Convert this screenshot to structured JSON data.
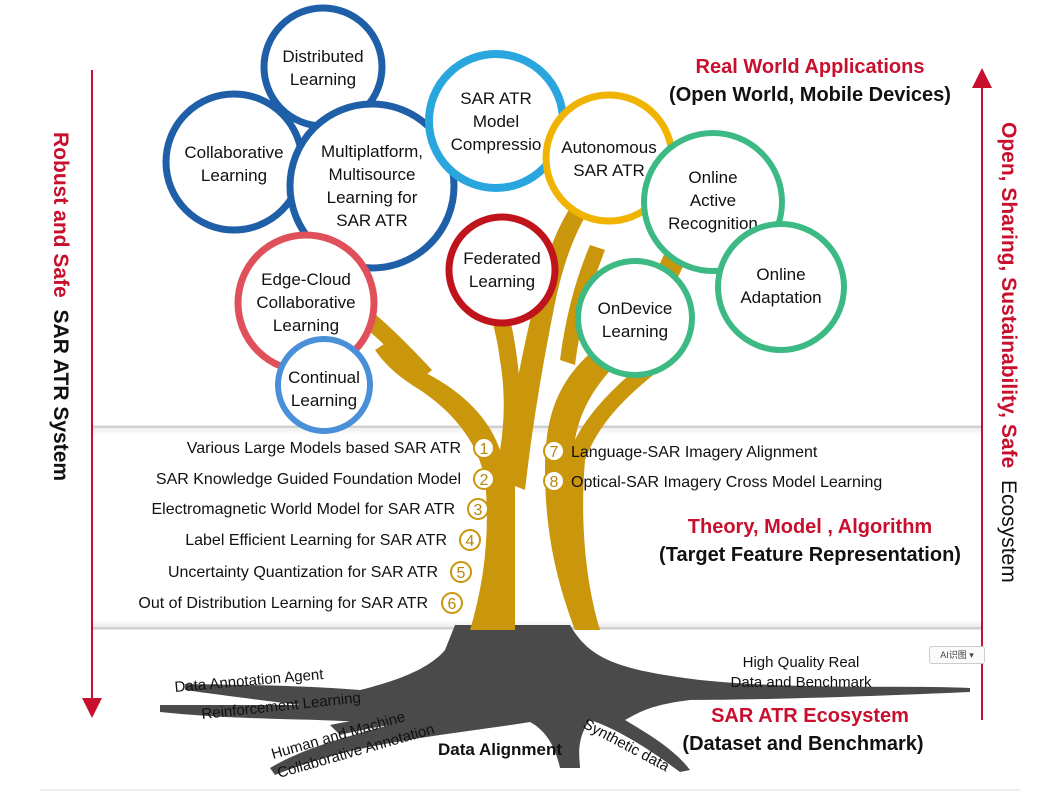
{
  "left_title": {
    "red": "Robust and Safe",
    "black": "SAR ATR  System"
  },
  "right_title": {
    "red": "Open, Sharing, Sustainability, Safe",
    "black": "Ecosystem"
  },
  "applications": {
    "title": "Real World Applications",
    "subtitle": "(Open World, Mobile Devices)"
  },
  "theory": {
    "title": "Theory, Model , Algorithm",
    "subtitle": "(Target Feature Representation)"
  },
  "ecosystem": {
    "title": "SAR ATR Ecosystem",
    "subtitle": "(Dataset and Benchmark)"
  },
  "bubbles": {
    "distributed": [
      "Distributed",
      "Learning"
    ],
    "collaborative": [
      "Collaborative",
      "Learning"
    ],
    "multiplatform": [
      "Multiplatform,",
      "Multisource",
      "Learning for",
      "SAR ATR"
    ],
    "compression": [
      "SAR ATR",
      "Model",
      "Compressio"
    ],
    "autonomous": [
      "Autonomous",
      "SAR ATR"
    ],
    "online_active": [
      "Online",
      "Active",
      "Recognition"
    ],
    "online_adaptation": [
      "Online",
      "Adaptation"
    ],
    "federated": [
      "Federated",
      "Learning"
    ],
    "edge_cloud": [
      "Edge-Cloud",
      "Collaborative",
      "Learning"
    ],
    "ondevice": [
      "OnDevice",
      "Learning"
    ],
    "continual": [
      "Continual",
      "Learning"
    ]
  },
  "theory_items_left": [
    {
      "num": "1",
      "label": "Various Large Models based SAR ATR"
    },
    {
      "num": "2",
      "label": "SAR Knowledge Guided Foundation Model"
    },
    {
      "num": "3",
      "label": "Electromagnetic World Model for SAR ATR"
    },
    {
      "num": "4",
      "label": "Label Efficient Learning for SAR ATR"
    },
    {
      "num": "5",
      "label": "Uncertainty Quantization for SAR ATR"
    },
    {
      "num": "6",
      "label": "Out of Distribution Learning for SAR ATR"
    }
  ],
  "theory_items_right": [
    {
      "num": "7",
      "label": "Language-SAR Imagery Alignment"
    },
    {
      "num": "8",
      "label": "Optical-SAR Imagery Cross Model Learning"
    }
  ],
  "roots": {
    "annotation_agent": "Data Annotation Agent",
    "reinforcement": "Reinforcement Learning",
    "human_machine_1": "Human and Machine",
    "human_machine_2": "Collaborative Annotation",
    "data_alignment": "Data Alignment",
    "synthetic": "Synthetic data",
    "high_quality_1": "High Quality Real",
    "high_quality_2": "Data and Benchmark"
  },
  "ai_badge": "AI识图",
  "colors": {
    "red": "#c8102e",
    "trunk": "#c9960c",
    "root": "#4a4a4a"
  }
}
